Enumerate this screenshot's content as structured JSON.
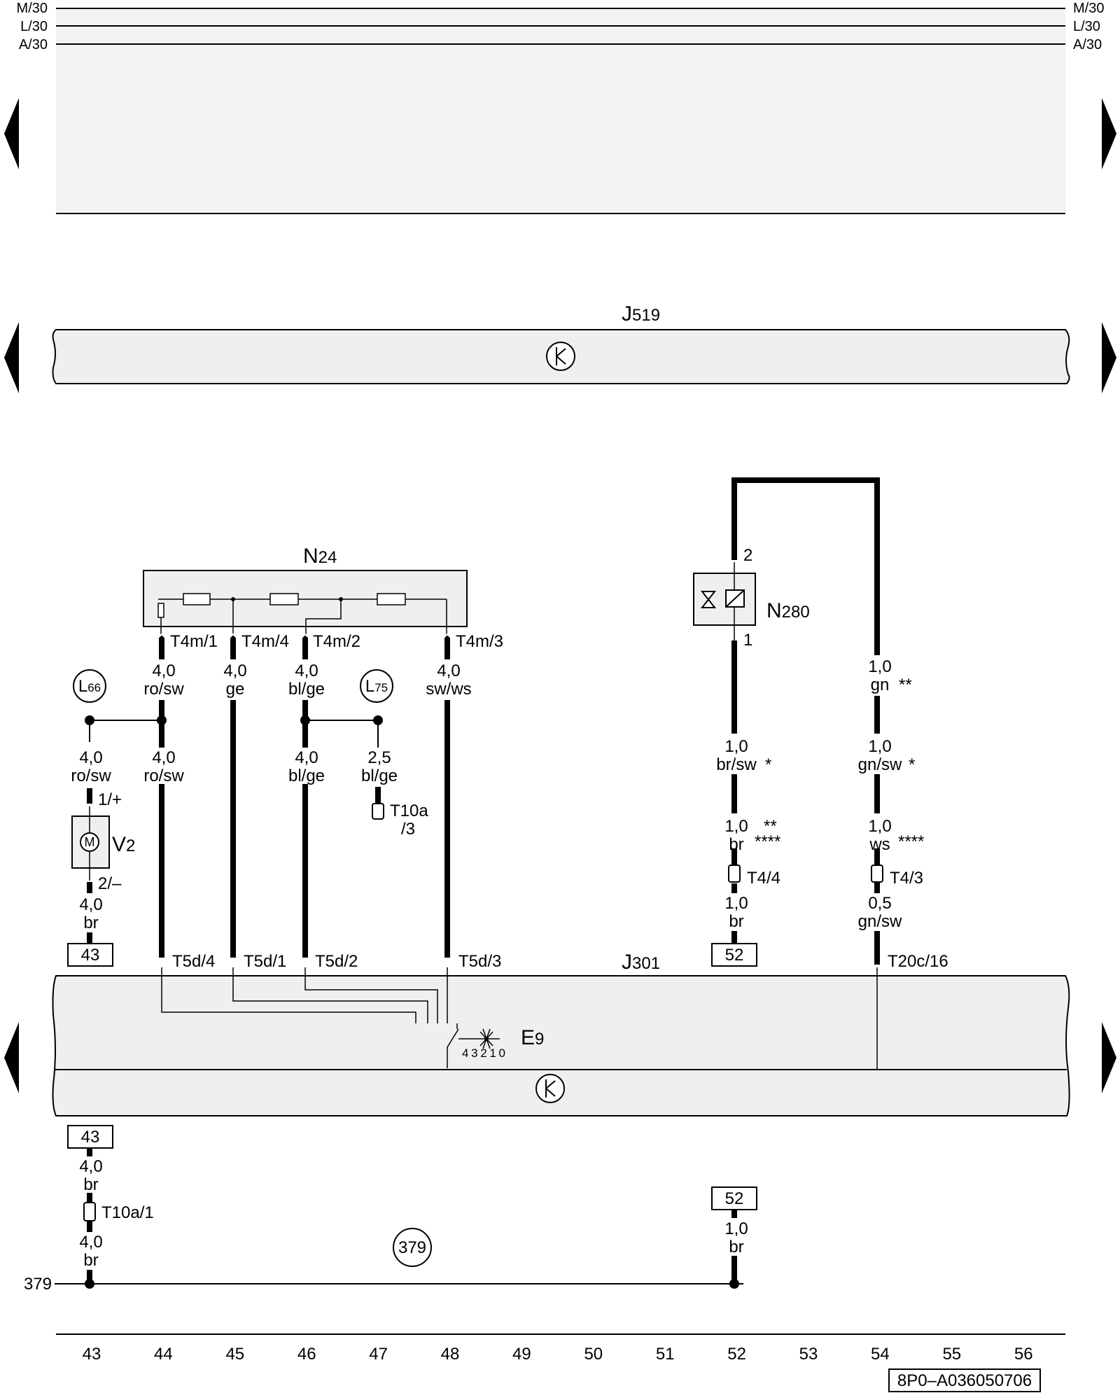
{
  "rails": [
    "M/30",
    "L/30",
    "A/30"
  ],
  "components": {
    "J519": {
      "name": "J",
      "sub": "519"
    },
    "J301": {
      "name": "J",
      "sub": "301"
    },
    "N24": {
      "name": "N",
      "sub": "24"
    },
    "N280": {
      "name": "N",
      "sub": "280"
    },
    "V2": {
      "name": "V",
      "sub": "2"
    },
    "E9": {
      "name": "E",
      "sub": "9"
    },
    "L66": {
      "name": "L",
      "sub": "66"
    },
    "L75": {
      "name": "L",
      "sub": "75"
    },
    "motor_symbol": "M",
    "switch_positions": "4 3 2 1 0"
  },
  "pins": {
    "n24_1": "T4m/1",
    "n24_4": "T4m/4",
    "n24_2": "T4m/2",
    "n24_3": "T4m/3",
    "j301_44": "T5d/4",
    "j301_45": "T5d/1",
    "j301_46": "T5d/2",
    "j301_48": "T5d/3",
    "j301_54": "T20c/16",
    "v2_plus": "1/+",
    "v2_minus": "2/–",
    "n280_2": "2",
    "n280_1": "1",
    "t10a3": "T10a",
    "t10a3b": "/3",
    "t44": "T4/4",
    "t43": "T4/3",
    "t10a1": "T10a/1"
  },
  "wires": {
    "w44a": [
      "4,0",
      "ro/sw"
    ],
    "w45a": [
      "4,0",
      "ge"
    ],
    "w46a": [
      "4,0",
      "bl/ge"
    ],
    "w48a": [
      "4,0",
      "sw/ws"
    ],
    "w43a": [
      "4,0",
      "ro/sw"
    ],
    "w44b": [
      "4,0",
      "ro/sw"
    ],
    "w46b": [
      "4,0",
      "bl/ge"
    ],
    "w47b": [
      "2,5",
      "bl/ge"
    ],
    "w43c": [
      "4,0",
      "br"
    ],
    "w52a": [
      "1,0",
      "br/sw",
      "*"
    ],
    "w52b": [
      "1,0",
      "br",
      "**",
      "****"
    ],
    "w52c": [
      "1,0",
      "br"
    ],
    "w54a": [
      "1,0",
      "gn",
      "**"
    ],
    "w54b": [
      "1,0",
      "gn/sw",
      "*"
    ],
    "w54c": [
      "1,0",
      "ws",
      "****"
    ],
    "w54d": [
      "0,5",
      "gn/sw"
    ],
    "w43d": [
      "4,0",
      "br"
    ],
    "w43e": [
      "4,0",
      "br"
    ],
    "w52d": [
      "1,0",
      "br"
    ]
  },
  "refs": {
    "b43": "43",
    "b52": "52",
    "b43low": "43",
    "b52low": "52",
    "ground_circle": "379",
    "ground_left": "379"
  },
  "columns": [
    "43",
    "44",
    "45",
    "46",
    "47",
    "48",
    "49",
    "50",
    "51",
    "52",
    "53",
    "54",
    "55",
    "56"
  ],
  "doc_id": "8P0–A036050706"
}
